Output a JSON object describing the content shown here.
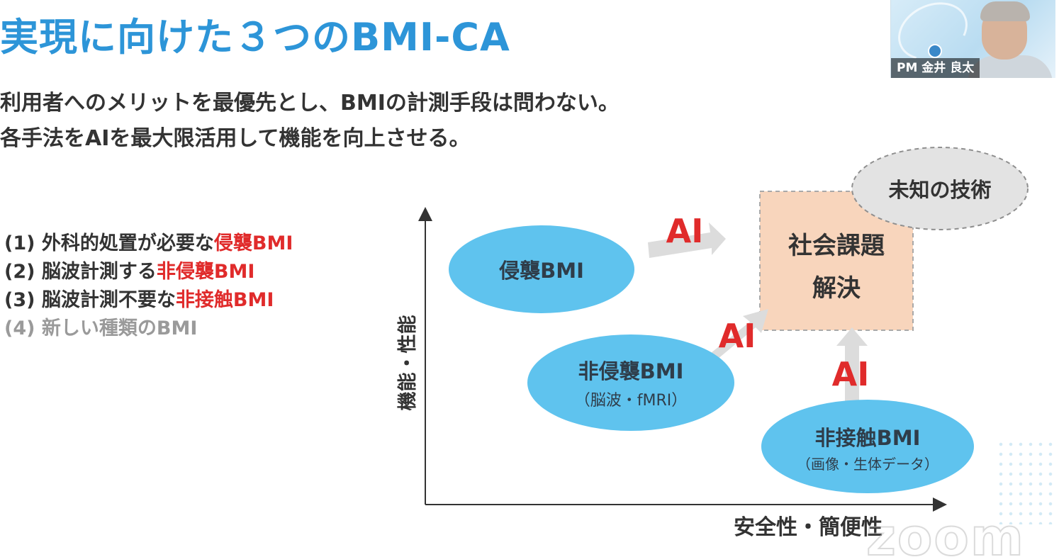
{
  "slide": {
    "title": "実現に向けた３つのBMI-CA",
    "subtitle_line1": "利用者へのメリットを最優先とし、BMIの計測手段は問わない。",
    "subtitle_line2": "各手法をAIを最大限活用して機能を向上させる。"
  },
  "approaches": [
    {
      "prefix": "(1) 外科的処置が必要な",
      "highlight": "侵襲BMI"
    },
    {
      "prefix": "(2) 脳波計測する",
      "highlight": "非侵襲BMI"
    },
    {
      "prefix": "(3) 脳波計測不要な",
      "highlight": "非接触BMI"
    },
    {
      "text": "(4) 新しい種類のBMI"
    }
  ],
  "diagram": {
    "y_axis_label": "機能・性能",
    "x_axis_label": "安全性・簡便性",
    "invasive": {
      "label": "侵襲BMI"
    },
    "noninvasive": {
      "label": "非侵襲BMI",
      "sub": "（脳波・fMRI）"
    },
    "noncontact": {
      "label": "非接触BMI",
      "sub": "（画像・生体データ）"
    },
    "goal": {
      "line1": "社会課題",
      "line2": "解決"
    },
    "unknown": {
      "label": "未知の技術"
    },
    "ai_label": "AI"
  },
  "video": {
    "participant_name": "PM 金井 良太"
  },
  "watermark": "zoom",
  "colors": {
    "title_blue": "#2d95d8",
    "highlight_red": "#e02b2b",
    "ellipse_blue": "#5fc3ee",
    "goal_peach": "#f8d5bc",
    "unknown_gray": "#e3e3e3",
    "muted_gray": "#9a9a9a"
  }
}
